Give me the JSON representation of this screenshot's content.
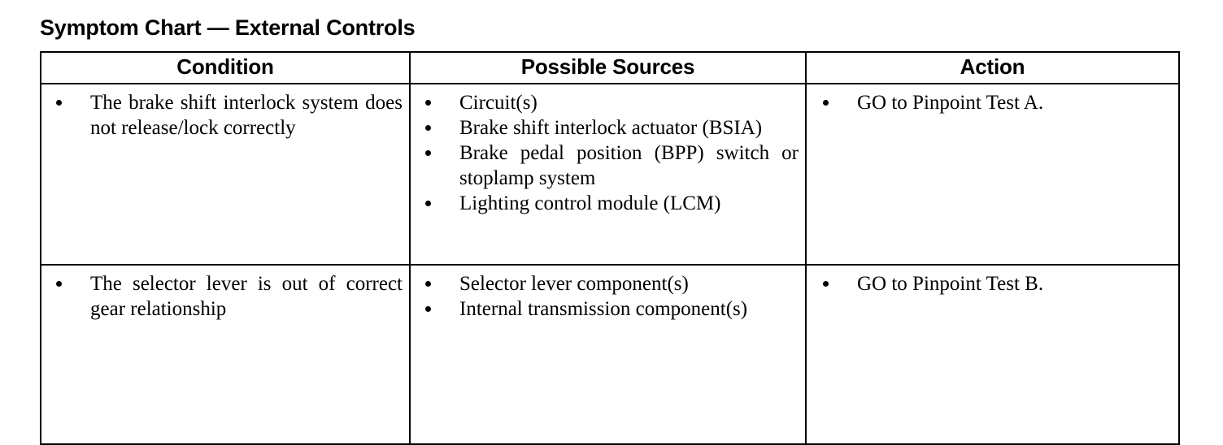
{
  "title": "Symptom Chart — External Controls",
  "table": {
    "headers": {
      "condition": "Condition",
      "sources": "Possible Sources",
      "action": "Action"
    },
    "rows": [
      {
        "condition": [
          "The brake shift interlock system does not release/lock correctly"
        ],
        "sources": [
          "Circuit(s)",
          "Brake shift interlock actuator (BSIA)",
          "Brake pedal position (BPP) switch or stoplamp system",
          "Lighting control module (LCM)"
        ],
        "action": [
          "GO to Pinpoint Test A."
        ]
      },
      {
        "condition": [
          "The selector lever is out of correct gear relationship"
        ],
        "sources": [
          "Selector lever component(s)",
          "Internal transmission component(s)"
        ],
        "action": [
          "GO to Pinpoint Test B."
        ]
      }
    ]
  }
}
